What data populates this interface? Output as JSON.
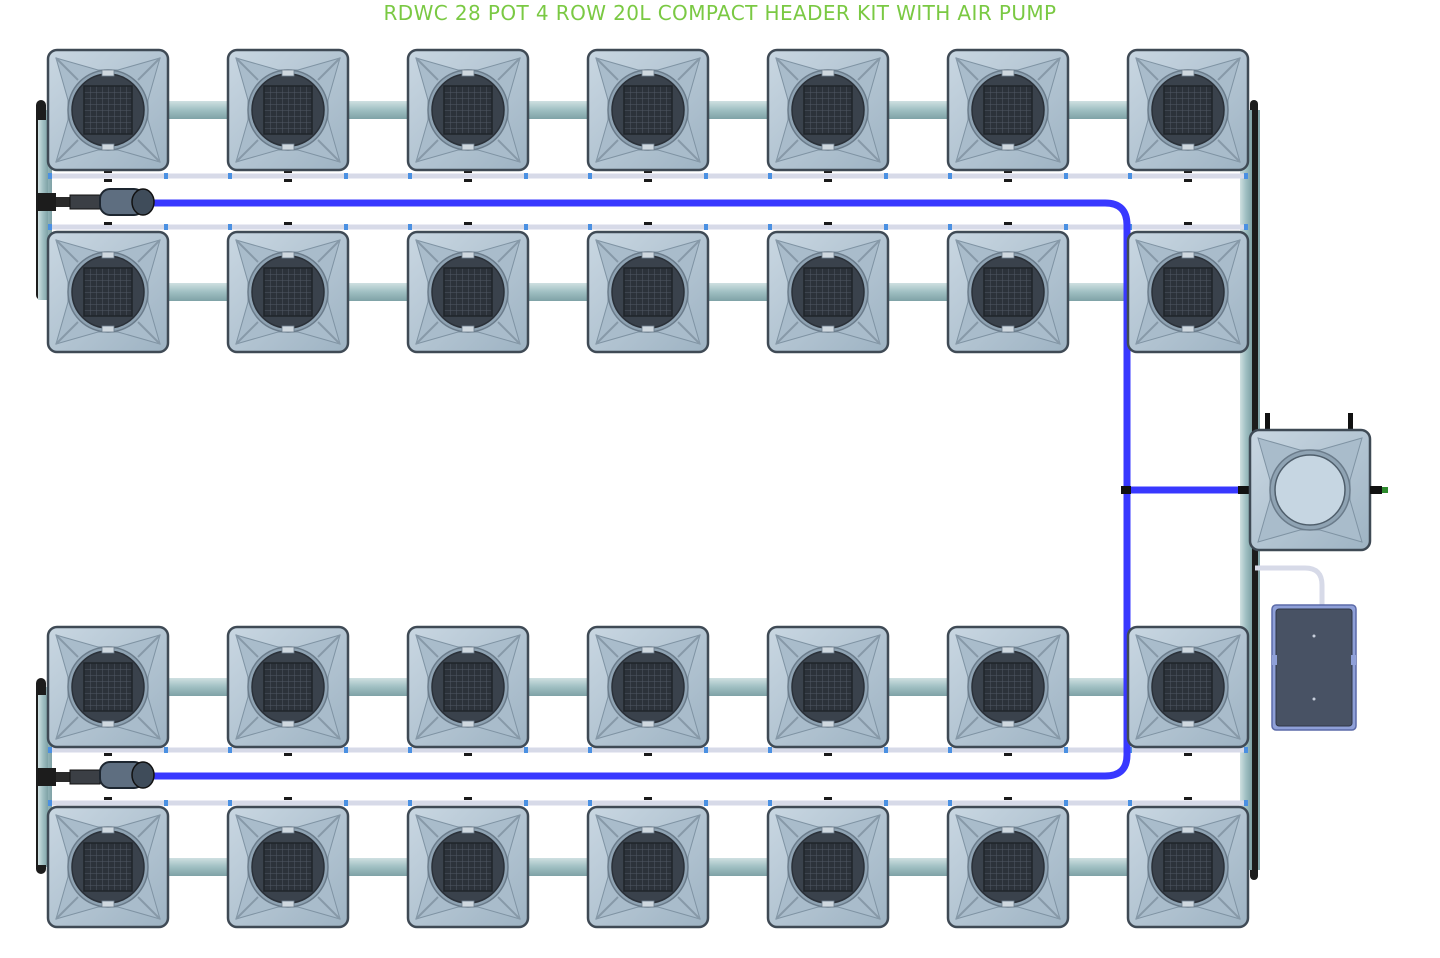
{
  "title": "RDWC 28 POT 4 ROW 20L COMPACT HEADER KIT WITH AIR PUMP",
  "colors": {
    "title": "#7ac943",
    "pot_body": "#b3c6d4",
    "pot_edge": "#3f4a55",
    "basket": "#343b44",
    "pipe": "#a6c4c6",
    "air_line": "#3333ff",
    "return_line": "#d6d9e8",
    "fitting": "#4a90e2",
    "pump": "#4b5566"
  },
  "layout": {
    "rows": 4,
    "pots_per_row": 7,
    "total_pots": 28,
    "header_tank_count": 1,
    "air_pump_count": 1
  },
  "icons": {
    "pot": "square-pot-icon",
    "header_tank": "header-tank-icon",
    "air_pump": "air-pump-icon",
    "water_pump": "inline-pump-icon"
  }
}
